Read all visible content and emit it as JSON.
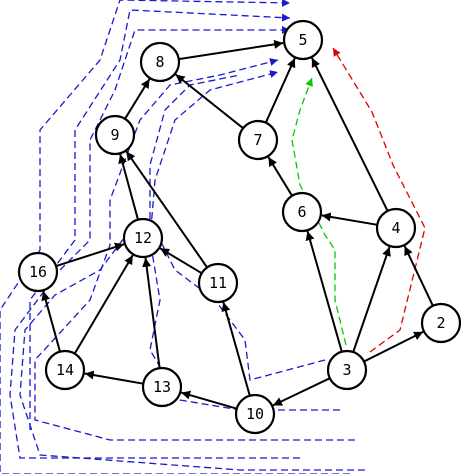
{
  "graph": {
    "nodes": [
      {
        "id": "n1",
        "label": "5"
      },
      {
        "id": "n2",
        "label": "8"
      },
      {
        "id": "n3",
        "label": "9"
      },
      {
        "id": "n4",
        "label": "7"
      },
      {
        "id": "n5",
        "label": "6"
      },
      {
        "id": "n6",
        "label": "4"
      },
      {
        "id": "n7",
        "label": "12"
      },
      {
        "id": "n8",
        "label": "16"
      },
      {
        "id": "n9",
        "label": "11"
      },
      {
        "id": "n10",
        "label": "2"
      },
      {
        "id": "n11",
        "label": "14"
      },
      {
        "id": "n12",
        "label": "3"
      },
      {
        "id": "n13",
        "label": "13"
      },
      {
        "id": "n14",
        "label": "10"
      }
    ],
    "edges": [
      {
        "from": "8",
        "to": "5"
      },
      {
        "from": "9",
        "to": "8"
      },
      {
        "from": "7",
        "to": "8"
      },
      {
        "from": "7",
        "to": "5"
      },
      {
        "from": "6",
        "to": "7"
      },
      {
        "from": "4",
        "to": "5"
      },
      {
        "from": "4",
        "to": "6"
      },
      {
        "from": "12",
        "to": "9"
      },
      {
        "from": "11",
        "to": "9"
      },
      {
        "from": "11",
        "to": "12"
      },
      {
        "from": "16",
        "to": "12"
      },
      {
        "from": "14",
        "to": "16"
      },
      {
        "from": "14",
        "to": "12"
      },
      {
        "from": "13",
        "to": "12"
      },
      {
        "from": "13",
        "to": "14"
      },
      {
        "from": "10",
        "to": "13"
      },
      {
        "from": "10",
        "to": "11"
      },
      {
        "from": "3",
        "to": "10"
      },
      {
        "from": "3",
        "to": "6"
      },
      {
        "from": "3",
        "to": "4"
      },
      {
        "from": "3",
        "to": "2"
      },
      {
        "from": "2",
        "to": "4"
      }
    ],
    "colors": {
      "node_stroke": "#000000",
      "edge": "#000000",
      "blue_path": "#1a1acc",
      "red_path": "#dd0000",
      "green_path": "#00cc00"
    }
  }
}
